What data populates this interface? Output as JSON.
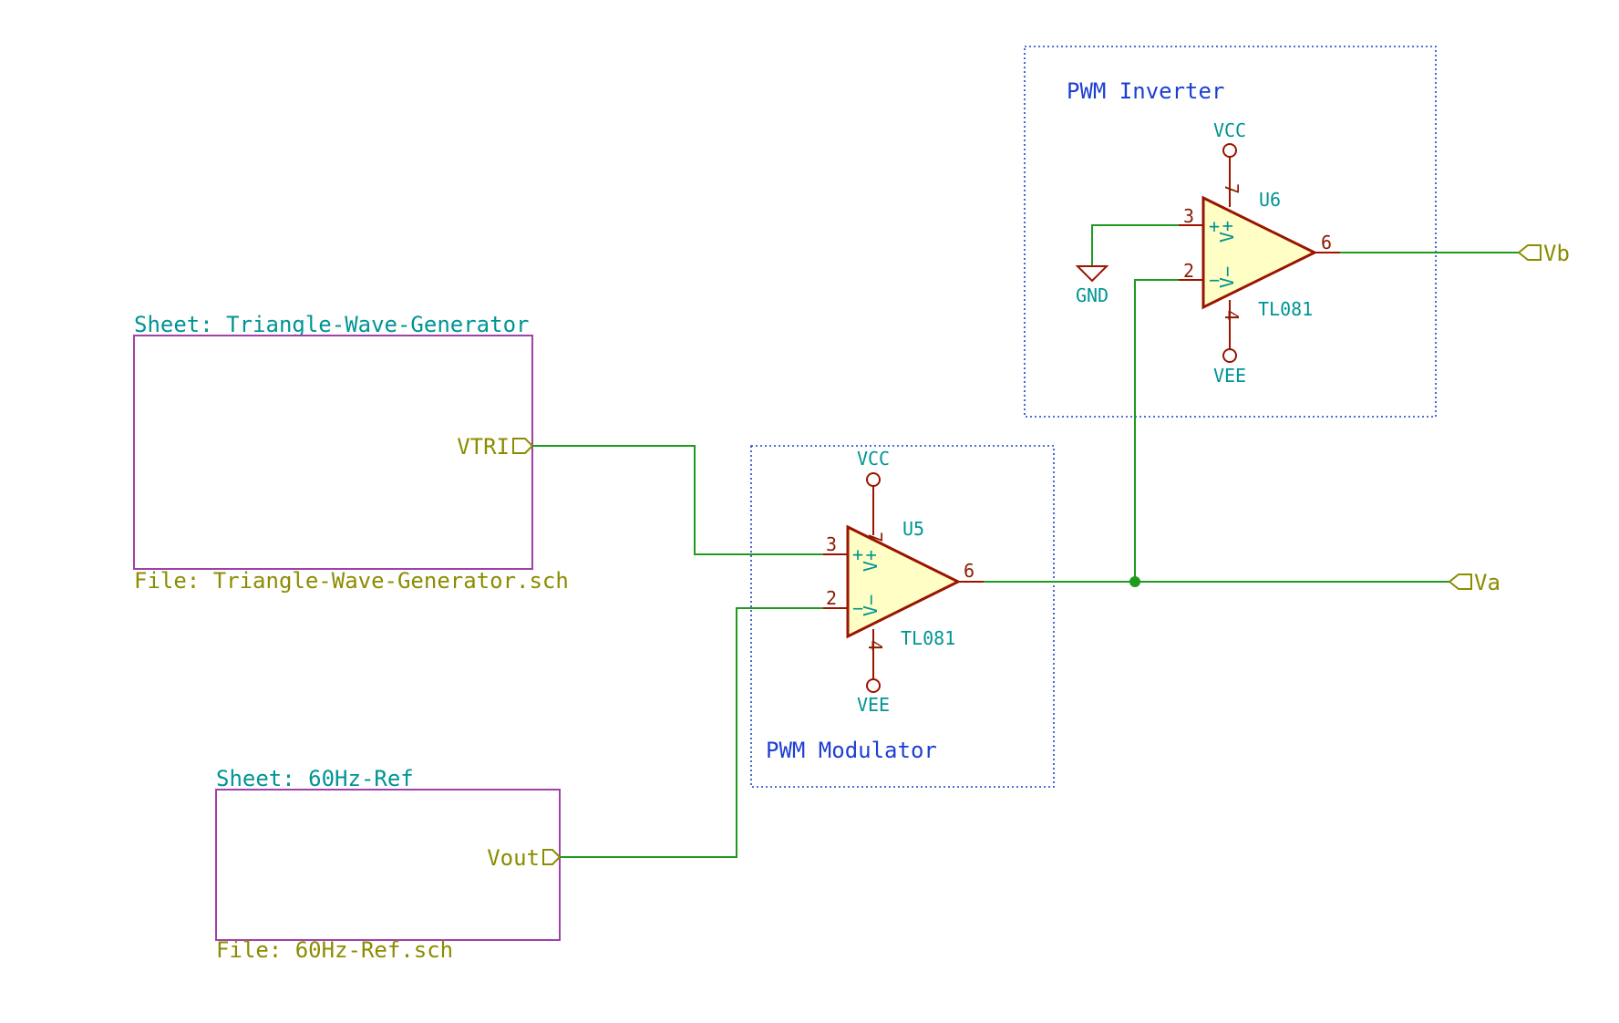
{
  "sheets": {
    "triangle": {
      "title": "Sheet: Triangle-Wave-Generator",
      "file": "File: Triangle-Wave-Generator.sch",
      "port": "VTRI"
    },
    "ref": {
      "title": "Sheet: 60Hz-Ref",
      "file": "File: 60Hz-Ref.sch",
      "port": "Vout"
    }
  },
  "groups": {
    "modulator": "PWM Modulator",
    "inverter": "PWM Inverter"
  },
  "u5": {
    "ref": "U5",
    "value": "TL081",
    "supply_top": "VCC",
    "supply_bottom": "VEE",
    "pin_plus": "3",
    "pin_minus": "2",
    "pin_out": "6",
    "pin_vpos": "7",
    "pin_vneg": "4",
    "mark_plus": "+",
    "mark_minus": "−",
    "mark_vpos": "V+",
    "mark_vneg": "V−"
  },
  "u6": {
    "ref": "U6",
    "value": "TL081",
    "supply_top": "VCC",
    "supply_bottom": "VEE",
    "ground": "GND",
    "pin_plus": "3",
    "pin_minus": "2",
    "pin_out": "6",
    "pin_vpos": "7",
    "pin_vneg": "4",
    "mark_plus": "+",
    "mark_minus": "−",
    "mark_vpos": "V+",
    "mark_vneg": "V−"
  },
  "outputs": {
    "va": "Va",
    "vb": "Vb"
  }
}
